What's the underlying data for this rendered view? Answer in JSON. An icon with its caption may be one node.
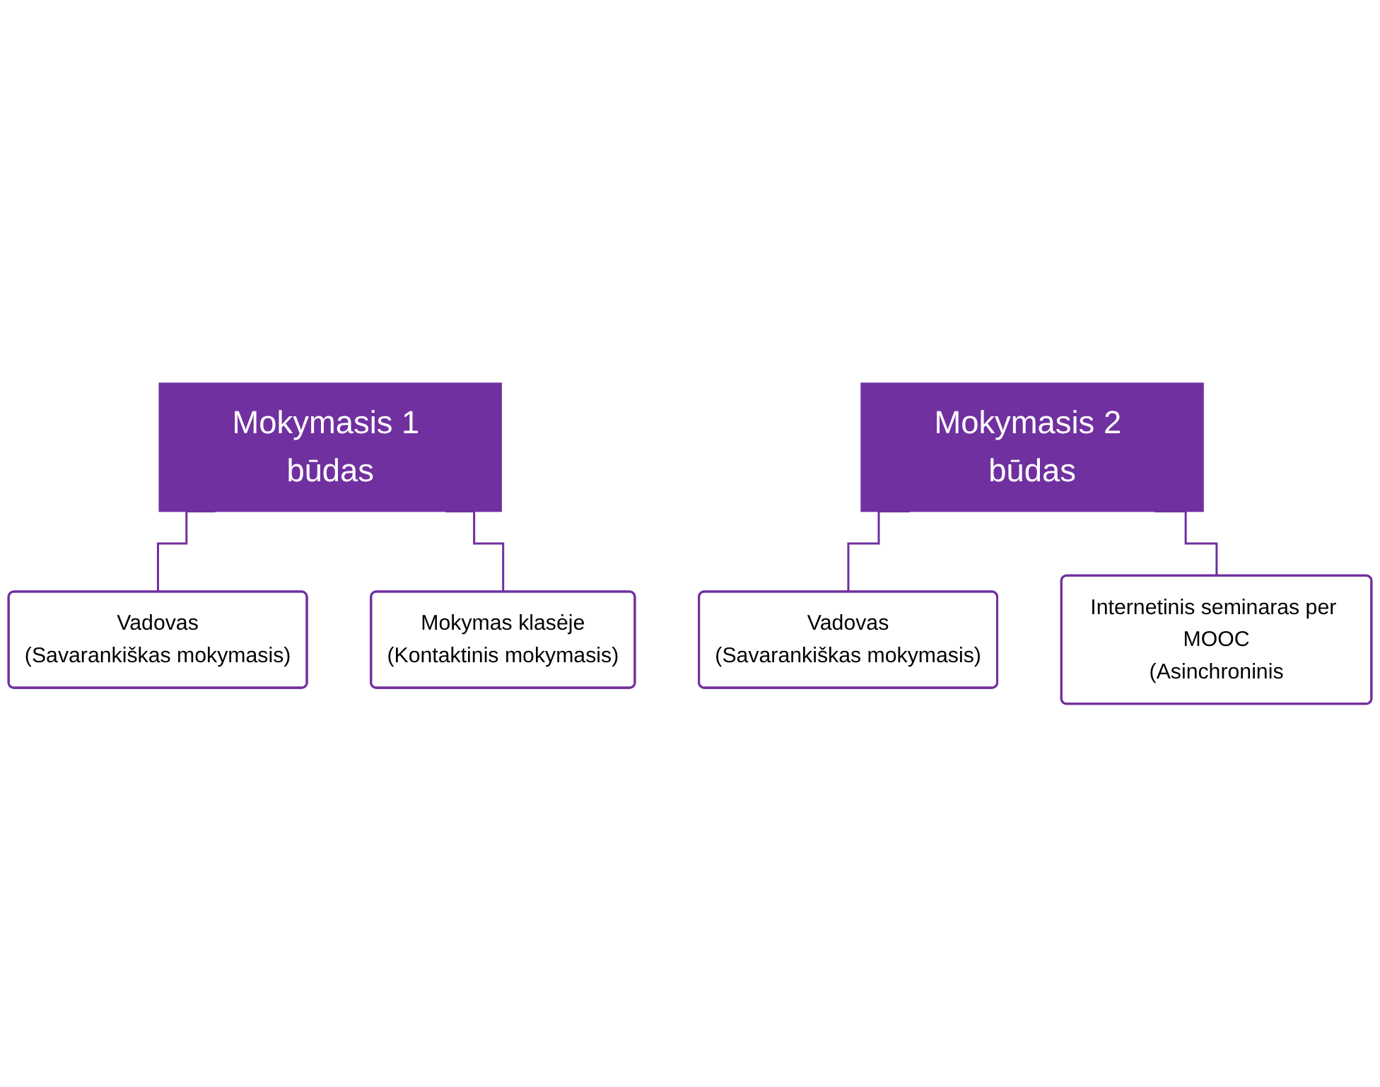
{
  "diagram": {
    "nodes": [
      {
        "text": [
          "Mokymasis 1 būdas"
        ]
      },
      {
        "text": [
          "Vadovas",
          "(Savarankiškas mokymasis)"
        ]
      },
      {
        "text": [
          "Mokymas klasėje",
          "(Kontaktinis mokymasis)"
        ]
      },
      {
        "text": [
          "Mokymasis 2 būdas"
        ]
      },
      {
        "text": [
          "Vadovas",
          "(Savarankiškas mokymasis)"
        ]
      },
      {
        "text": [
          "Internetinis seminaras per MOOC",
          "(Asinchroninis"
        ]
      }
    ],
    "edges": [
      {
        "from": 0,
        "to": 1,
        "arrow": "none"
      },
      {
        "from": 0,
        "to": 2,
        "arrow": "none"
      },
      {
        "from": 3,
        "to": 4,
        "arrow": "none"
      },
      {
        "from": 3,
        "to": 5,
        "arrow": "none"
      }
    ]
  }
}
